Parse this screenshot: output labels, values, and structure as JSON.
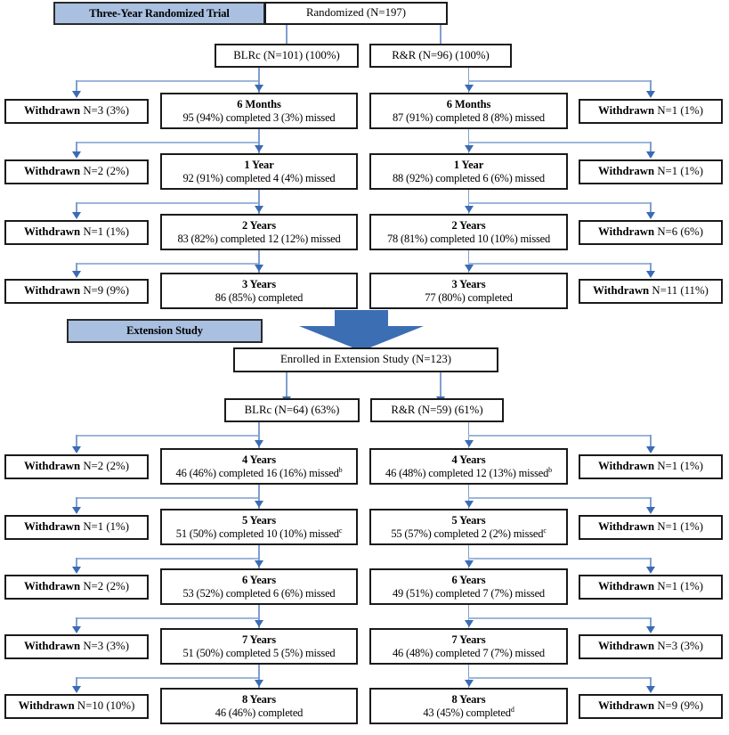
{
  "banners": {
    "trial": "Three-Year Randomized Trial",
    "extension": "Extension Study"
  },
  "top": {
    "randomized": "Randomized (N=197)",
    "arm_left": "BLRc (N=101) (100%)",
    "arm_right": "R&R (N=96) (100%)"
  },
  "extension_header": {
    "enrolled": "Enrolled in Extension Study (N=123)",
    "arm_left": "BLRc (N=64) (63%)",
    "arm_right": "R&R (N=59) (61%)"
  },
  "phase1_rows": [
    {
      "title": "6 Months",
      "left_detail": "95 (94%) completed 3 (3%) missed",
      "right_detail": "87 (91%) completed 8 (8%) missed",
      "left_withdrawn_label": "Withdrawn",
      "left_withdrawn_value": "N=3 (3%)",
      "right_withdrawn_label": "Withdrawn",
      "right_withdrawn_value": "N=1 (1%)"
    },
    {
      "title": "1 Year",
      "left_detail": "92 (91%) completed 4 (4%) missed",
      "right_detail": "88 (92%) completed 6 (6%) missed",
      "left_withdrawn_label": "Withdrawn",
      "left_withdrawn_value": "N=2 (2%)",
      "right_withdrawn_label": "Withdrawn",
      "right_withdrawn_value": "N=1 (1%)"
    },
    {
      "title": "2 Years",
      "left_detail": "83 (82%) completed 12 (12%) missed",
      "right_detail": "78 (81%) completed 10 (10%) missed",
      "left_withdrawn_label": "Withdrawn",
      "left_withdrawn_value": "N=1 (1%)",
      "right_withdrawn_label": "Withdrawn",
      "right_withdrawn_value": "N=6 (6%)"
    },
    {
      "title": "3 Years",
      "left_detail": "86 (85%) completed",
      "right_detail": "77 (80%) completed",
      "left_withdrawn_label": "Withdrawn",
      "left_withdrawn_value": "N=9 (9%)",
      "right_withdrawn_label": "Withdrawn",
      "right_withdrawn_value": "N=11 (11%)"
    }
  ],
  "phase2_rows": [
    {
      "title": "4 Years",
      "left_detail": "46 (46%) completed 16 (16%) missed",
      "left_sup": "b",
      "right_detail": "46 (48%) completed 12 (13%) missed",
      "right_sup": "b",
      "left_withdrawn_label": "Withdrawn",
      "left_withdrawn_value": "N=2 (2%)",
      "right_withdrawn_label": "Withdrawn",
      "right_withdrawn_value": "N=1 (1%)"
    },
    {
      "title": "5 Years",
      "left_detail": "51 (50%)  completed 10 (10%) missed",
      "left_sup": "c",
      "right_detail": "55 (57%) completed 2 (2%) missed",
      "right_sup": "c",
      "left_withdrawn_label": "Withdrawn",
      "left_withdrawn_value": "N=1 (1%)",
      "right_withdrawn_label": "Withdrawn",
      "right_withdrawn_value": "N=1 (1%)"
    },
    {
      "title": "6 Years",
      "left_detail": "53 (52%) completed 6 (6%) missed",
      "left_sup": "",
      "right_detail": "49 (51%) completed 7 (7%) missed",
      "right_sup": "",
      "left_withdrawn_label": "Withdrawn",
      "left_withdrawn_value": "N=2 (2%)",
      "right_withdrawn_label": "Withdrawn",
      "right_withdrawn_value": "N=1 (1%)"
    },
    {
      "title": "7 Years",
      "left_detail": "51 (50%) completed 5 (5%) missed",
      "left_sup": "",
      "right_detail": "46 (48%) completed 7 (7%) missed",
      "right_sup": "",
      "left_withdrawn_label": "Withdrawn",
      "left_withdrawn_value": "N=3 (3%)",
      "right_withdrawn_label": "Withdrawn",
      "right_withdrawn_value": "N=3 (3%)"
    },
    {
      "title": "8 Years",
      "left_detail": "46 (46%) completed",
      "left_sup": "",
      "right_detail": "43 (45%) completed",
      "right_sup": "d",
      "left_withdrawn_label": "Withdrawn",
      "left_withdrawn_value": "N=10 (10%)",
      "right_withdrawn_label": "Withdrawn",
      "right_withdrawn_value": "N=9 (9%)"
    }
  ],
  "colors": {
    "banner_fill": "#a9c0e0",
    "connector": "#9db6da",
    "arrow_head": "#3a6bb5",
    "big_arrow": "#3c6eb4",
    "box_border": "#1a1a1a"
  }
}
